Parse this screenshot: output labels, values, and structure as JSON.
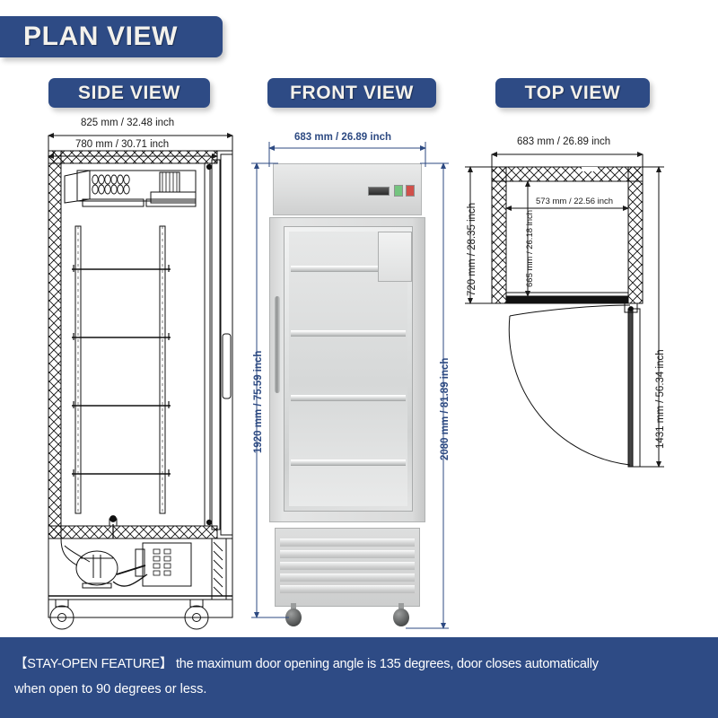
{
  "header": {
    "plan_view_label": "PLAN VIEW"
  },
  "views": {
    "side": {
      "label": "SIDE VIEW"
    },
    "front": {
      "label": "FRONT VIEW"
    },
    "top": {
      "label": "TOP VIEW"
    }
  },
  "dimensions": {
    "side": {
      "overall_depth": "825 mm / 32.48 inch",
      "cabinet_depth": "780 mm / 30.71 inch"
    },
    "front": {
      "width": "683 mm / 26.89 inch",
      "cabinet_height": "1920 mm / 75.59 inch",
      "overall_height": "2080 mm / 81.89 inch"
    },
    "top": {
      "width": "683 mm / 26.89 inch",
      "depth": "720 mm / 28.35 inch",
      "interior_width": "573 mm / 22.56 inch",
      "interior_depth": "665 mm / 26.18 inch",
      "door_open_depth": "1431 mm / 56.34 inch"
    }
  },
  "footer": {
    "line1": "【STAY-OPEN FEATURE】 the maximum door opening angle is 135 degrees, door closes automatically",
    "line2": "when open to 90 degrees or less."
  },
  "colors": {
    "badge_background": "#2e4b85",
    "badge_text": "#f4f2ec",
    "dimension_blue": "#2d4a82",
    "dimension_black": "#1b1b1b",
    "footer_background": "#2e4b85"
  }
}
